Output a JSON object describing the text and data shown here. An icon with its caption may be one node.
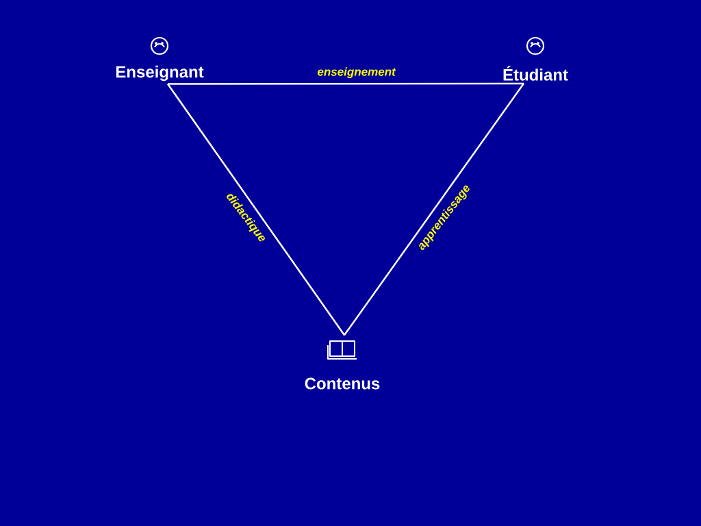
{
  "diagram": {
    "nodes": [
      {
        "text": [
          "Enseignant"
        ]
      },
      {
        "text": [
          "Étudiant"
        ]
      },
      {
        "text": [
          "Contenus"
        ]
      }
    ],
    "edges": [
      {
        "from": 0,
        "to": 1,
        "arrow": "none",
        "label": "enseignement"
      },
      {
        "from": 0,
        "to": 2,
        "arrow": "none",
        "label": "didactique"
      },
      {
        "from": 1,
        "to": 2,
        "arrow": "none",
        "label": "apprentissage"
      }
    ]
  }
}
